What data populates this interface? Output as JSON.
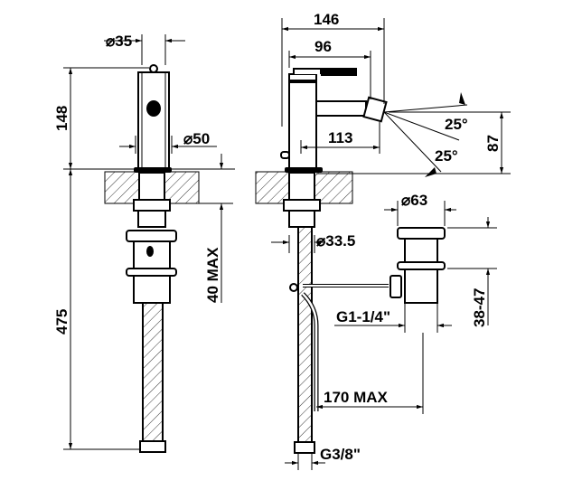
{
  "dimensions": {
    "left_view": {
      "body_diameter": "⌀35",
      "height_above_deck": "148",
      "base_diameter": "⌀50",
      "total_length_below": "475",
      "deck_thickness": "40 MAX"
    },
    "side_view": {
      "overall_reach": "146",
      "lever_length": "96",
      "spout_reach": "113",
      "angle_up": "25°",
      "angle_down": "25°",
      "spout_height": "87",
      "shank_diameter": "⌀33.5",
      "hose_connection": "G3/8\""
    },
    "drain": {
      "cap_diameter": "⌀63",
      "thread": "G1-1/4\"",
      "adjustment_range": "38-47",
      "rod_length": "170 MAX"
    }
  }
}
